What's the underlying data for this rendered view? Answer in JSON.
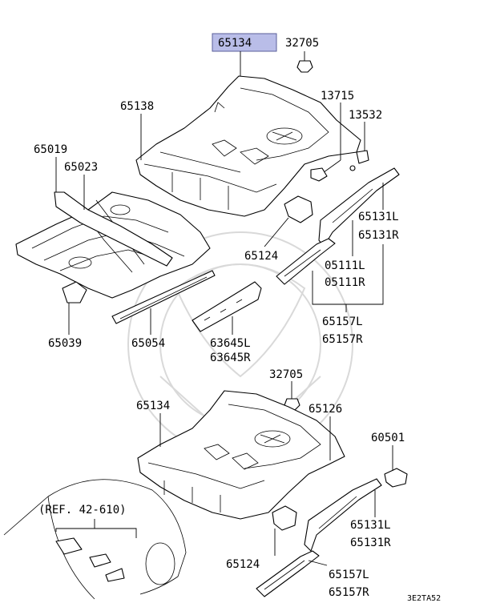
{
  "diagram": {
    "highlight_color": "#b9bde8",
    "highlighted_part": "65134",
    "code": "3E2TA52",
    "reference": "(REF. 42-610)",
    "labels": {
      "p65134_top": "65134",
      "p32705_top": "32705",
      "p65138": "65138",
      "p13715": "13715",
      "p13532": "13532",
      "p65019": "65019",
      "p65023": "65023",
      "p65131L_top": "65131L",
      "p65131R_top": "65131R",
      "p65124_top": "65124",
      "p05111L": "05111L",
      "p05111R": "05111R",
      "p65039": "65039",
      "p65054": "65054",
      "p63645L": "63645L",
      "p63645R": "63645R",
      "p65157L_top": "65157L",
      "p65157R_top": "65157R",
      "p32705_bot": "32705",
      "p65134_bot": "65134",
      "p65126": "65126",
      "p60501": "60501",
      "p65131L_bot": "65131L",
      "p65131R_bot": "65131R",
      "p65124_bot": "65124",
      "p65157L_bot": "65157L",
      "p65157R_bot": "65157R"
    }
  }
}
